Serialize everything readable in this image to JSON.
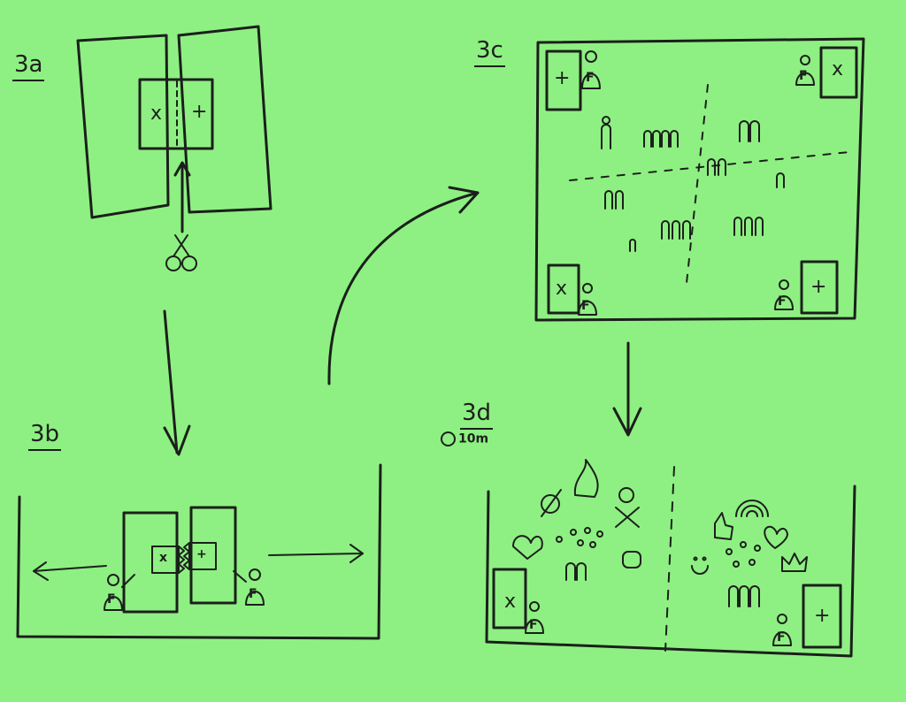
{
  "panels": {
    "a": {
      "label": "3a",
      "left_symbol": "x",
      "right_symbol": "+"
    },
    "b": {
      "label": "3b",
      "left_symbol": "x",
      "right_symbol": "+",
      "facilitator": "F"
    },
    "c": {
      "label": "3c",
      "plus": "+",
      "cross": "x",
      "facilitator": "F"
    },
    "d": {
      "label": "3d",
      "timer": "10m",
      "cross": "x",
      "plus": "+",
      "facilitator": "F"
    }
  },
  "icons": [
    "scissors-icon",
    "arrow-down-icon",
    "arrow-curve-icon",
    "arrow-left-icon",
    "arrow-right-icon",
    "person-icon",
    "group-icon",
    "heart-icon",
    "rainbow-icon",
    "crown-icon",
    "thumbs-up-icon",
    "skull-icon",
    "fire-icon",
    "smiley-icon",
    "clock-icon"
  ],
  "colors": {
    "paper": "#8ef082",
    "ink": "#1b1f1b"
  }
}
